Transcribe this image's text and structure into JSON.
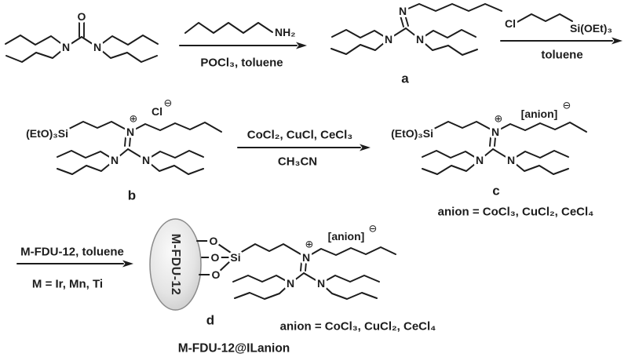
{
  "colors": {
    "ink": "#1c1c1c",
    "background": "#ffffff",
    "support_stroke": "#8a8a8a",
    "support_fill_center": "#fafafa",
    "support_fill_edge": "#bdbdbd"
  },
  "reactant_urea": {
    "o": "O",
    "n_left": "N",
    "n_right": "N"
  },
  "step1": {
    "amine_label": "NH₂",
    "conditions": "POCl₃, toluene"
  },
  "compound_a": {
    "label": "a",
    "n_top": "N",
    "n_left": "N",
    "n_right": "N"
  },
  "step2": {
    "chloro_label": "Cl",
    "silane_label": "Si(OEt)₃",
    "conditions": "toluene"
  },
  "compound_b": {
    "label": "b",
    "silyl": "(EtO)₃Si",
    "n_plus": "N",
    "plus_charge": "⊕",
    "counter_ion": "Cl",
    "minus_charge": "⊖",
    "n_left": "N",
    "n_right": "N"
  },
  "step3": {
    "reagents": "CoCl₂, CuCl, CeCl₃",
    "solvent": "CH₃CN"
  },
  "compound_c": {
    "label": "c",
    "silyl": "(EtO)₃Si",
    "n_plus": "N",
    "plus_charge": "⊕",
    "counter_ion": "[anion]",
    "minus_charge": "⊖",
    "n_left": "N",
    "n_right": "N",
    "anion_note": "anion = CoCl₃, CuCl₂, CeCl₄"
  },
  "step4": {
    "conditions": "M-FDU-12, toluene",
    "metal_note": "M = Ir, Mn, Ti"
  },
  "compound_d": {
    "label": "d",
    "support": "M-FDU-12",
    "o_top": "O",
    "o_mid": "O",
    "o_bottom": "O",
    "si": "Si",
    "n_plus": "N",
    "plus_charge": "⊕",
    "counter_ion": "[anion]",
    "minus_charge": "⊖",
    "n_left": "N",
    "n_right": "N",
    "anion_note": "anion = CoCl₃, CuCl₂, CeCl₄"
  },
  "product_name": "M-FDU-12@ILanion"
}
